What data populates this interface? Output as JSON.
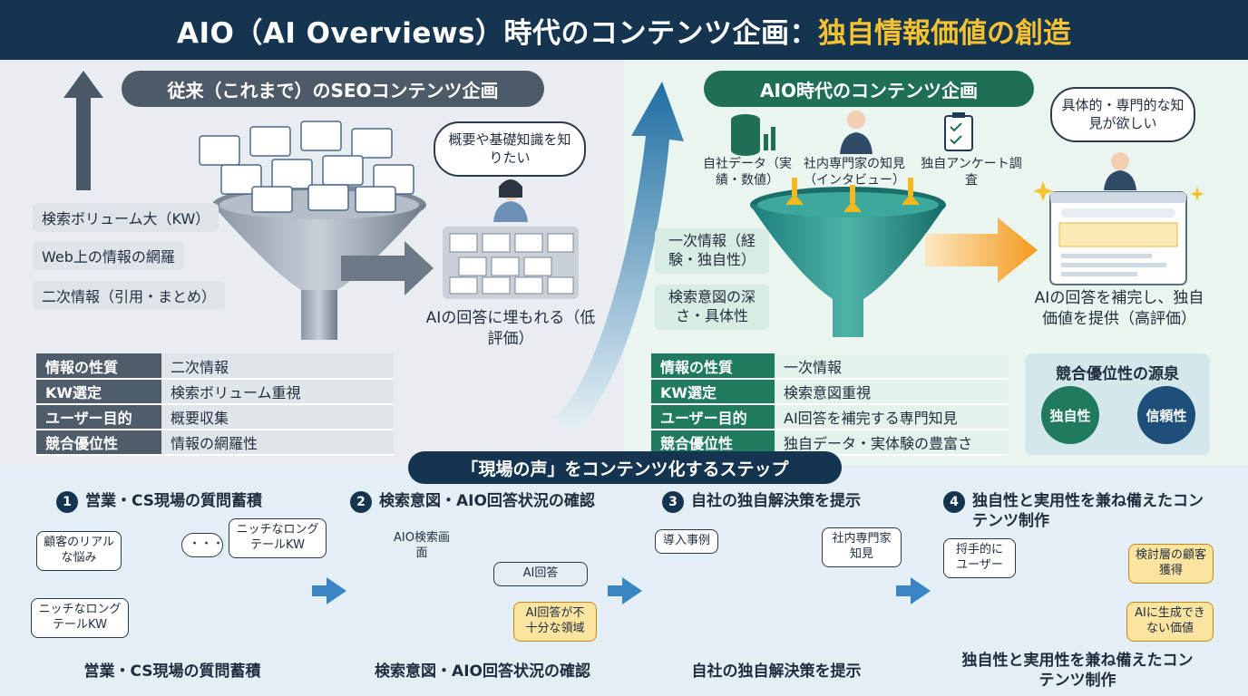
{
  "header": {
    "title": "AIO（AI Overviews）時代のコンテンツ企画：",
    "title_accent": "独自情報価値の創造"
  },
  "left": {
    "pill": "従来（これまで）のSEOコンテンツ企画",
    "inputs": [
      "検索ボリューム大（KW）",
      "Web上の情報の網羅",
      "二次情報（引用・まとめ）"
    ],
    "thought": "概要や基礎知識を知りたい",
    "result": "AIの回答に埋もれる（低評価）",
    "table": [
      {
        "k": "情報の性質",
        "v": "二次情報"
      },
      {
        "k": "KW選定",
        "v": "検索ボリューム重視"
      },
      {
        "k": "ユーザー目的",
        "v": "概要収集"
      },
      {
        "k": "競合優位性",
        "v": "情報の網羅性"
      }
    ]
  },
  "right": {
    "pill": "AIO時代のコンテンツ企画",
    "sources": [
      "自社データ（実績・数値）",
      "社内専門家の知見（インタビュー）",
      "独自アンケート調査"
    ],
    "inputs": [
      "一次情報（経験・独自性）",
      "検索意図の深さ・具体性"
    ],
    "thought": "具体的・専門的な知見が欲しい",
    "result": "AIの回答を補完し、独自価値を提供（高評価）",
    "table": [
      {
        "k": "情報の性質",
        "v": "一次情報"
      },
      {
        "k": "KW選定",
        "v": "検索意図重視"
      },
      {
        "k": "ユーザー目的",
        "v": "AI回答を補完する専門知見"
      },
      {
        "k": "競合優位性",
        "v": "独自データ・実体験の豊富さ"
      }
    ],
    "advantage": {
      "title": "競合優位性の源泉",
      "left": "独自性",
      "right": "信頼性"
    }
  },
  "steps": {
    "banner": "「現場の声」をコンテンツ化するステップ",
    "items": [
      {
        "num": "1",
        "title": "営業・CS現場の質問蓄積",
        "footer": "営業・CS現場の質問蓄積",
        "bubbles": [
          "顧客のリアルな悩み",
          "ニッチなロングテールKW",
          "ニッチなロングテールKW",
          "・・・"
        ]
      },
      {
        "num": "2",
        "title": "検索意図・AIO回答状況の確認",
        "footer": "検索意図・AIO回答状況の確認",
        "bubbles": [
          "AIO検索画面",
          "AI回答",
          "AI回答が不十分な領域"
        ]
      },
      {
        "num": "3",
        "title": "自社の独自解決策を提示",
        "footer": "自社の独自解決策を提示",
        "bubbles": [
          "導入事例",
          "社内専門家知見"
        ]
      },
      {
        "num": "4",
        "title": "独自性と実用性を兼ね備えたコンテンツ制作",
        "footer": "独自性と実用性を兼ね備えたコンテンツ制作",
        "bubbles": [
          "捋手的にユーザー",
          "検討層の顧客獲得",
          "AIに生成できない価値"
        ]
      }
    ]
  },
  "colors": {
    "navy": "#14344f",
    "gold": "#f5c232",
    "gray_key": "#4f5d6b",
    "green_key": "#1f7a5f",
    "teal": "#1f8a7a",
    "orange": "#f39a1e",
    "blue_arrow": "#3a86c5"
  }
}
